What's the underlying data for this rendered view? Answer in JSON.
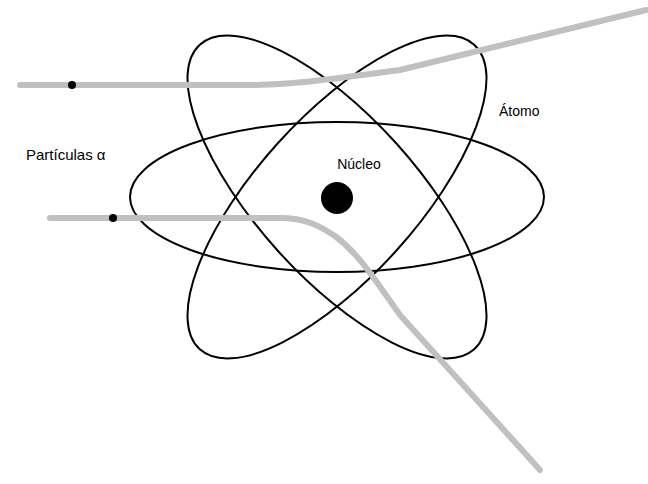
{
  "diagram": {
    "labels": [
      "Partículas α",
      "Átomo",
      "Núcleo"
    ]
  }
}
